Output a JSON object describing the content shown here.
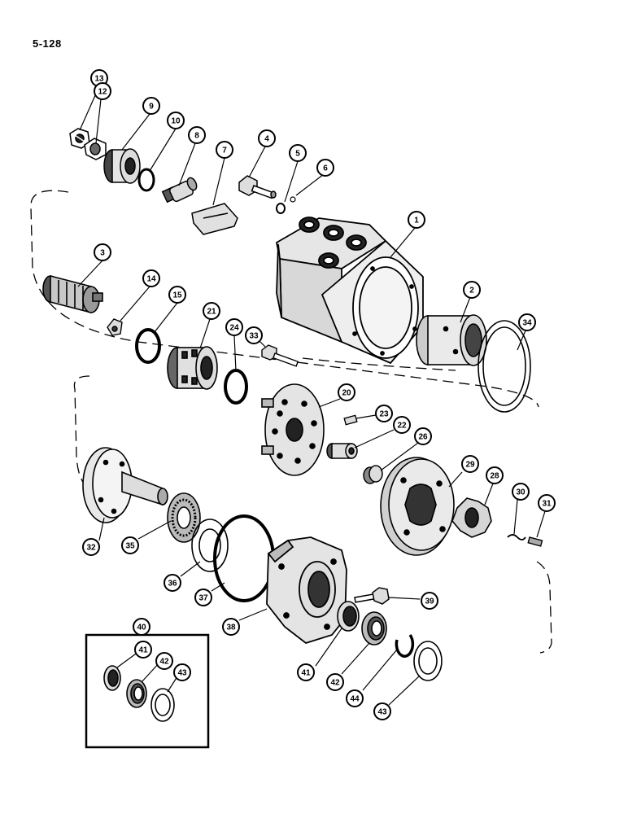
{
  "page_number": "5-128",
  "callouts": [
    {
      "id": "c1",
      "label": "1"
    },
    {
      "id": "c2",
      "label": "2"
    },
    {
      "id": "c3",
      "label": "3"
    },
    {
      "id": "c4",
      "label": "4"
    },
    {
      "id": "c5",
      "label": "5"
    },
    {
      "id": "c6",
      "label": "6"
    },
    {
      "id": "c7",
      "label": "7"
    },
    {
      "id": "c8",
      "label": "8"
    },
    {
      "id": "c9",
      "label": "9"
    },
    {
      "id": "c10",
      "label": "10"
    },
    {
      "id": "c12",
      "label": "12"
    },
    {
      "id": "c13",
      "label": "13"
    },
    {
      "id": "c14",
      "label": "14"
    },
    {
      "id": "c15",
      "label": "15"
    },
    {
      "id": "c20",
      "label": "20"
    },
    {
      "id": "c21",
      "label": "21"
    },
    {
      "id": "c22",
      "label": "22"
    },
    {
      "id": "c23",
      "label": "23"
    },
    {
      "id": "c24",
      "label": "24"
    },
    {
      "id": "c26",
      "label": "26"
    },
    {
      "id": "c28",
      "label": "28"
    },
    {
      "id": "c29",
      "label": "29"
    },
    {
      "id": "c30",
      "label": "30"
    },
    {
      "id": "c31",
      "label": "31"
    },
    {
      "id": "c32",
      "label": "32"
    },
    {
      "id": "c33",
      "label": "33"
    },
    {
      "id": "c34",
      "label": "34"
    },
    {
      "id": "c35",
      "label": "35"
    },
    {
      "id": "c36",
      "label": "36"
    },
    {
      "id": "c37",
      "label": "37"
    },
    {
      "id": "c38",
      "label": "38"
    },
    {
      "id": "c39",
      "label": "39"
    },
    {
      "id": "c40",
      "label": "40"
    },
    {
      "id": "c41a",
      "label": "41"
    },
    {
      "id": "c42a",
      "label": "42"
    },
    {
      "id": "c43a",
      "label": "43"
    },
    {
      "id": "c41b",
      "label": "41"
    },
    {
      "id": "c42b",
      "label": "42"
    },
    {
      "id": "c43b",
      "label": "43"
    },
    {
      "id": "c44",
      "label": "44"
    }
  ]
}
